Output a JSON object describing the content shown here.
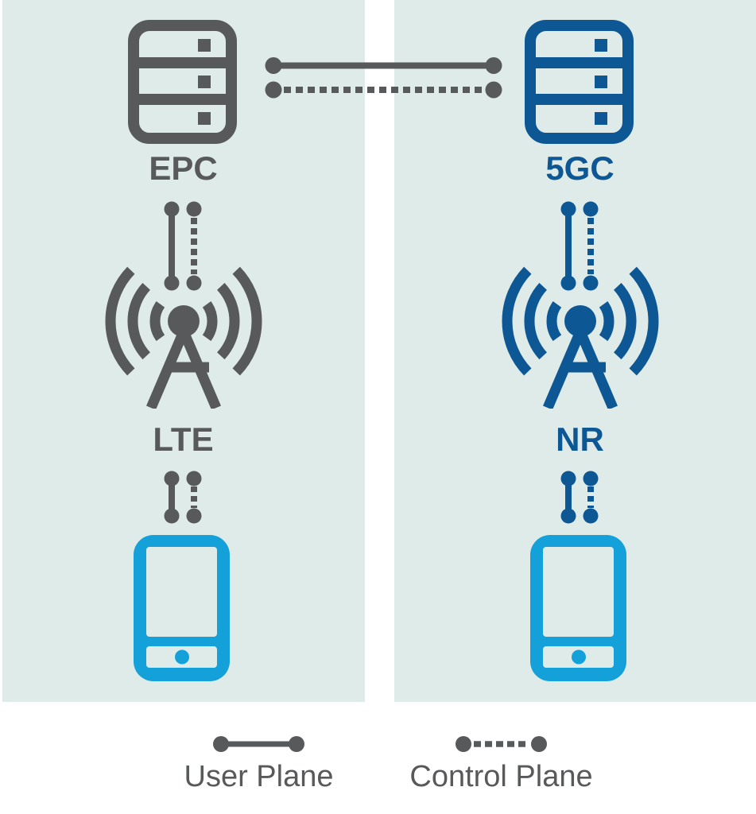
{
  "diagram": {
    "panels": [
      {
        "id": "lte-epc",
        "core_label": "EPC",
        "ran_label": "LTE",
        "network_color": "#58595b",
        "device_color": "#14a0d9",
        "background": "#dfebe9"
      },
      {
        "id": "nr-5gc",
        "core_label": "5GC",
        "ran_label": "NR",
        "network_color": "#0d5794",
        "device_color": "#14a0d9",
        "background": "#dfebe9"
      }
    ],
    "connections": {
      "core_to_core": [
        "user-plane",
        "control-plane"
      ],
      "core_to_ran": [
        "user-plane",
        "control-plane"
      ],
      "ran_to_device": [
        "user-plane",
        "control-plane"
      ],
      "core_to_core_color": "#58595b"
    },
    "legend": {
      "items": [
        {
          "label": "User Plane",
          "line_style": "solid"
        },
        {
          "label": "Control Plane",
          "line_style": "dashed"
        }
      ],
      "color": "#58595b"
    }
  }
}
